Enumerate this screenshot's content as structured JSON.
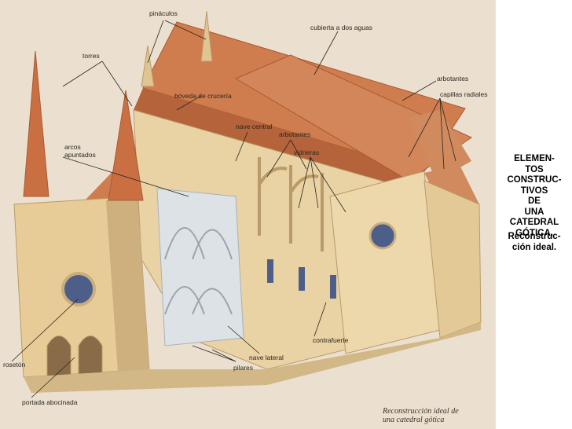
{
  "labels": {
    "pinaculos": "pináculos",
    "cubierta": "cubierta a dos aguas",
    "torres": "torres",
    "arbotantes_right": "arbotantes",
    "capillas": "capillas radiales",
    "boveda": "bóveda de crucería",
    "nave_central": "nave central",
    "arbotantes_center": "arbotantes",
    "arcos_1": "arcos",
    "arcos_2": "apuntados",
    "vidrieras": "vidrieras",
    "roseton": "rosetón",
    "nave_lateral": "nave lateral",
    "contrafuerte": "contrafuerte",
    "pilares": "pilares",
    "portada": "portada abocinada"
  },
  "caption": {
    "line1": "Reconstrucción ideal de",
    "line2": "una catedral gótica"
  },
  "side": {
    "title": "ELEMEN- TOS CONSTRUC- TIVOS DE UNA CATEDRAL GÓTICA.",
    "subtitle_1": "Reconstruc-",
    "subtitle_2": "ción ideal."
  },
  "colors": {
    "background": "#ebe0cf",
    "roof": "#cf7d4e",
    "roof_dark": "#b4633a",
    "stone": "#e9d2a3",
    "stone_shadow": "#c9ad7c",
    "window": "#4d5f88"
  }
}
